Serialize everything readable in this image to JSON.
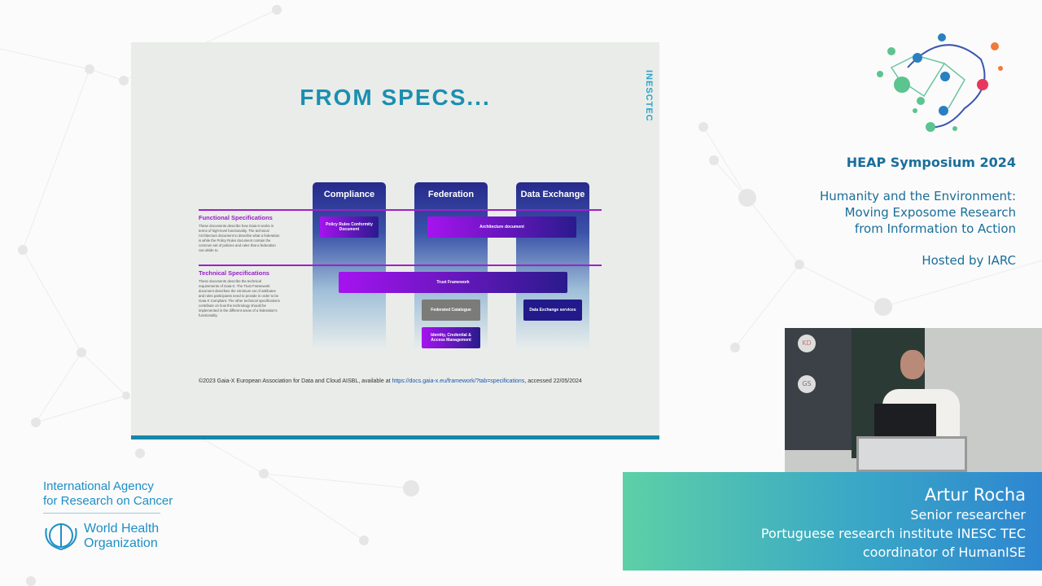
{
  "slide": {
    "title": "FROM SPECS...",
    "logo_text": "INESCTEC",
    "columns": [
      "Compliance",
      "Federation",
      "Data Exchange"
    ],
    "functional": {
      "heading": "Functional Specifications",
      "text": "These documents describe how Gaia-X works in terms of high-level functionality. The technical Architecture document to describe what a federation is while the Policy Rules document contain the common set of policies and rules that a federation can abide to."
    },
    "technical": {
      "heading": "Technical Specifications",
      "text": "These documents describe the technical requirements of Gaia-X. The Trust Framework document describes the minimum set of attributes and rules participants need to provide in order to be Gaia-X Compliant. The other technical specifications contribute on how the technology should be implemented in the different areas of a federation's functionality."
    },
    "boxes": {
      "policy": "Policy Rules Conformity Document",
      "architecture": "Architecture document",
      "trust": "Trust Framework",
      "catalogue": "Federated Catalogue",
      "dx_services": "Data Exchange services",
      "identity": "Identity, Credential & Access Management"
    },
    "citation": {
      "before": "©2023 Gaia-X European Association for Data and Cloud AISBL, available at ",
      "link": "https://docs.gaia-x.eu/framework/?tab=specifications",
      "after": ", accessed 22/05/2024"
    }
  },
  "event": {
    "name": "HEAP Symposium 2024",
    "subtitle": [
      "Humanity and the Environment:",
      "Moving Exposome Research",
      "from Information to Action"
    ],
    "host": "Hosted by IARC"
  },
  "speaker": {
    "name": "Artur Rocha",
    "lines": [
      "Senior researcher",
      "Portuguese research institute INESC TEC",
      "coordinator of HumanISE"
    ]
  },
  "video": {
    "tiles": [
      "KD",
      "GS"
    ]
  },
  "org": {
    "line1": "International Agency",
    "line2": "for Research on Cancer",
    "who1": "World Health",
    "who2": "Organization"
  },
  "colors": {
    "accent": "#1a8fb0",
    "purple": "#a020c8",
    "banner_start": "#5dd0a7",
    "banner_end": "#2e86d0"
  }
}
